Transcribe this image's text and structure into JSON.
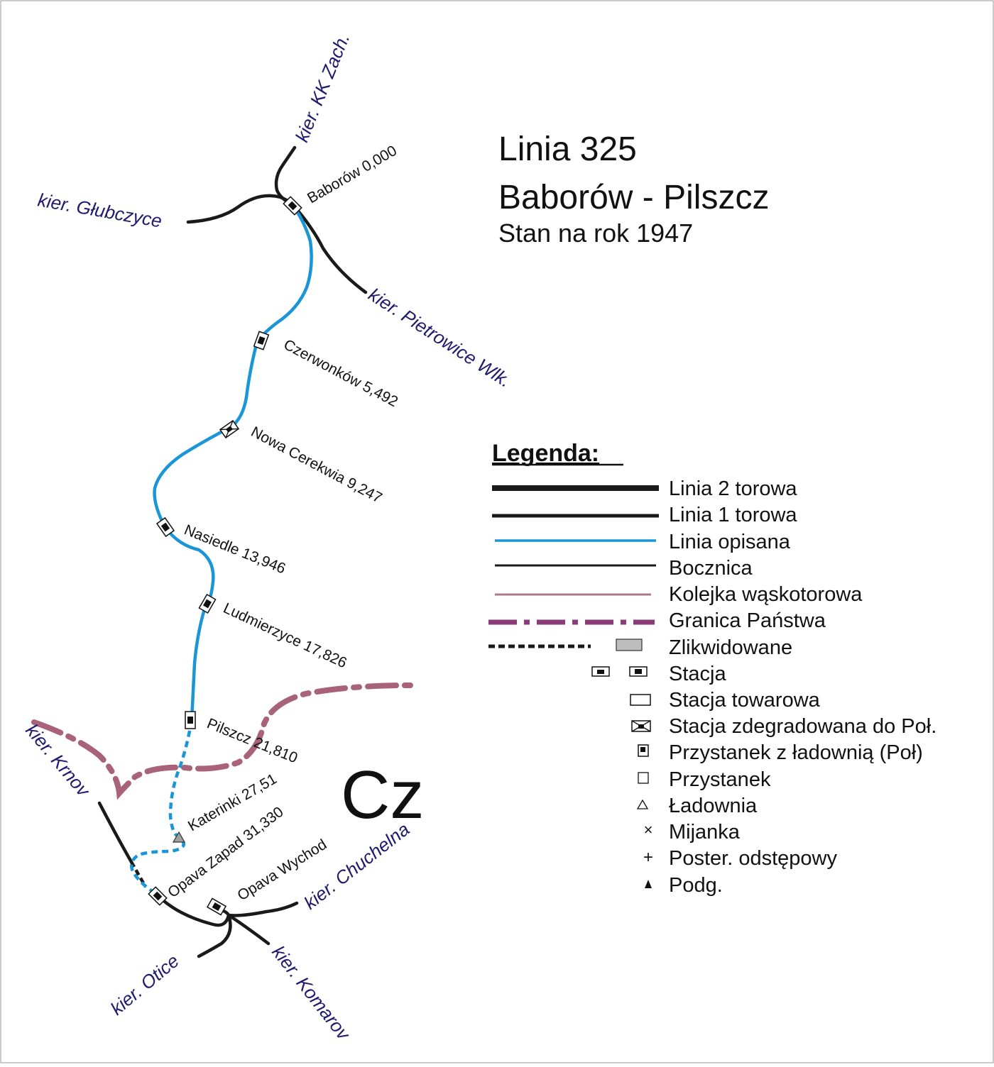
{
  "title": {
    "line1": "Linia 325",
    "line2": "Baborów - Pilszcz",
    "line3": "Stan na rok 1947"
  },
  "country_label": "Cz",
  "stations": [
    {
      "name": "Baborów 0,000",
      "key": "baborow"
    },
    {
      "name": "Czerwonków 5,492",
      "key": "czerwonkow"
    },
    {
      "name": "Nowa Cerekwia 9,247",
      "key": "nowa-cerekwia"
    },
    {
      "name": "Nasiedle 13,946",
      "key": "nasiedle"
    },
    {
      "name": "Ludmierzyce 17,826",
      "key": "ludmierzyce"
    },
    {
      "name": "Pilszcz 21,810",
      "key": "pilszcz"
    },
    {
      "name": "Katerinki 27,51",
      "key": "katerinki"
    },
    {
      "name": "Opava Zapad 31,330",
      "key": "opava-zapad"
    },
    {
      "name": "Opava Wychod",
      "key": "opava-wychod"
    }
  ],
  "directions": [
    {
      "name": "kier. KK Zach.",
      "key": "kk-zach"
    },
    {
      "name": "kier. Głubczyce",
      "key": "glubczyce"
    },
    {
      "name": "kier. Pietrowice Wlk.",
      "key": "pietrowice"
    },
    {
      "name": "kier. Krnov",
      "key": "krnov"
    },
    {
      "name": "kier. Chuchelna",
      "key": "chuchelna"
    },
    {
      "name": "kier. Otice",
      "key": "otice"
    },
    {
      "name": "kier. Komarov",
      "key": "komarov"
    }
  ],
  "legend": {
    "title": "Legenda:",
    "items": [
      "Linia 2 torowa",
      "Linia 1 torowa",
      "Linia opisana",
      "Bocznica",
      "Kolejka wąskotorowa",
      "Granica Państwa",
      "Zlikwidowane",
      "Stacja",
      "Stacja towarowa",
      "Stacja zdegradowana do Poł.",
      "Przystanek z ładownią (Poł)",
      "Przystanek",
      "Ładownia",
      "Mijanka",
      "Poster. odstępowy",
      "Podg."
    ],
    "symbols": [
      "×",
      "+"
    ]
  },
  "colors": {
    "described_line": "#1a96d8",
    "track": "#1a1a1a",
    "border": "#a8627a",
    "border_legend": "#8a3a78",
    "narrow_gauge": "#b07890",
    "direction_text": "#1f1a6e",
    "liquidated_fill": "#bdbdbd"
  }
}
